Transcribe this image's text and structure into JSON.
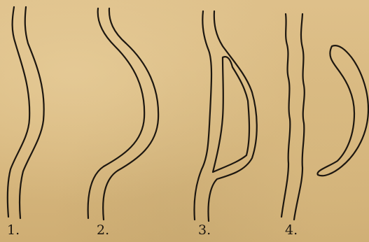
{
  "figure_labels": [
    "1.",
    "2.",
    "3.",
    "4."
  ],
  "colors": {
    "paper": "#d8b87f",
    "ink": "#1d1710"
  }
}
